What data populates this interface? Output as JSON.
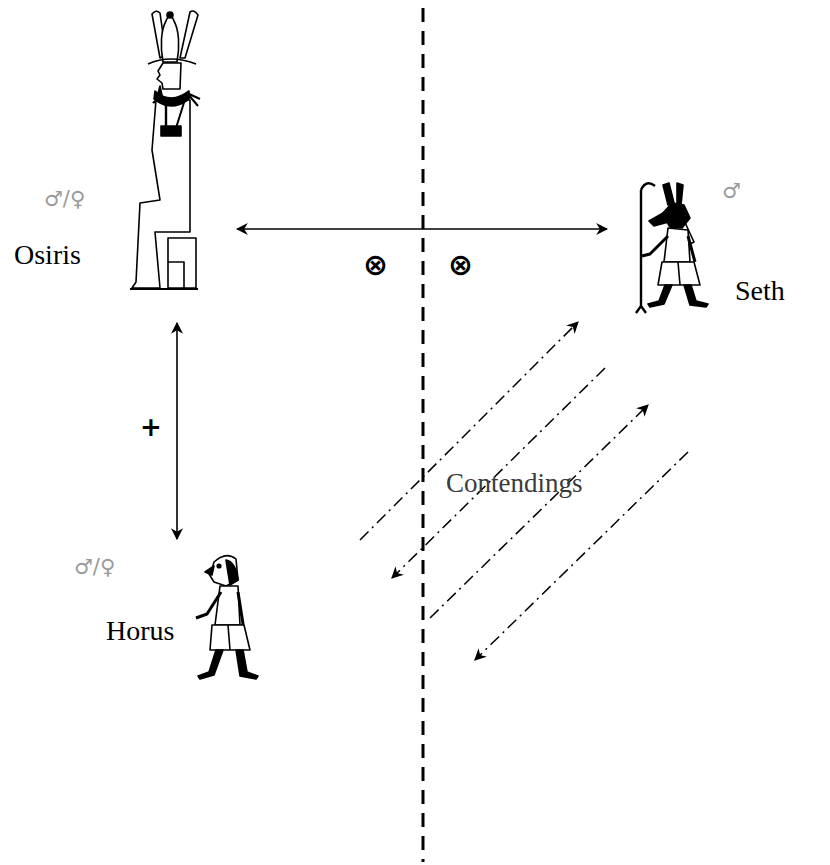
{
  "diagram": {
    "nodes": [
      {
        "text": [
          "♂/♀",
          "Osiris"
        ]
      },
      {
        "text": [
          "♂",
          "Seth"
        ]
      },
      {
        "text": [
          "♂/♀",
          "Horus"
        ]
      }
    ],
    "edges": [
      {
        "from": 0,
        "to": 1,
        "arrow": "both"
      },
      {
        "from": 0,
        "to": 2,
        "arrow": "both",
        "label": "+"
      }
    ],
    "labels": [
      "⊗",
      "⊗",
      "Contendings"
    ]
  }
}
